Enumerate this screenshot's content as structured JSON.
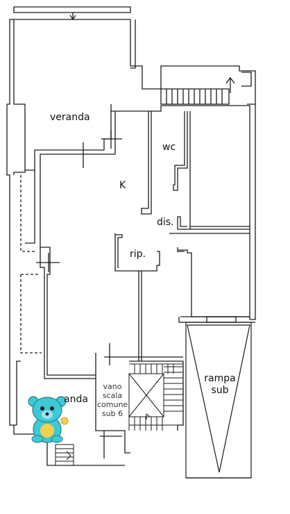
{
  "plan": {
    "rooms": {
      "veranda_top": "veranda",
      "wc": "wc",
      "kitchen": "K",
      "disimpegno": "dis.",
      "ripostiglio": "rip.",
      "veranda_bottom": "anda"
    },
    "stair": {
      "line1": "vano",
      "line2": "scala",
      "line3": "comune",
      "line4": "sub 6"
    },
    "ramp": {
      "line1": "rampa",
      "line2": "sub"
    }
  },
  "colors": {
    "wall": "#1a1a1a",
    "mascot_body": "#3fc9d6",
    "mascot_outline": "#1f7f88",
    "mascot_belly": "#f2d24a"
  },
  "icons": {
    "mascot": "teddy-bear-mascot-icon"
  }
}
